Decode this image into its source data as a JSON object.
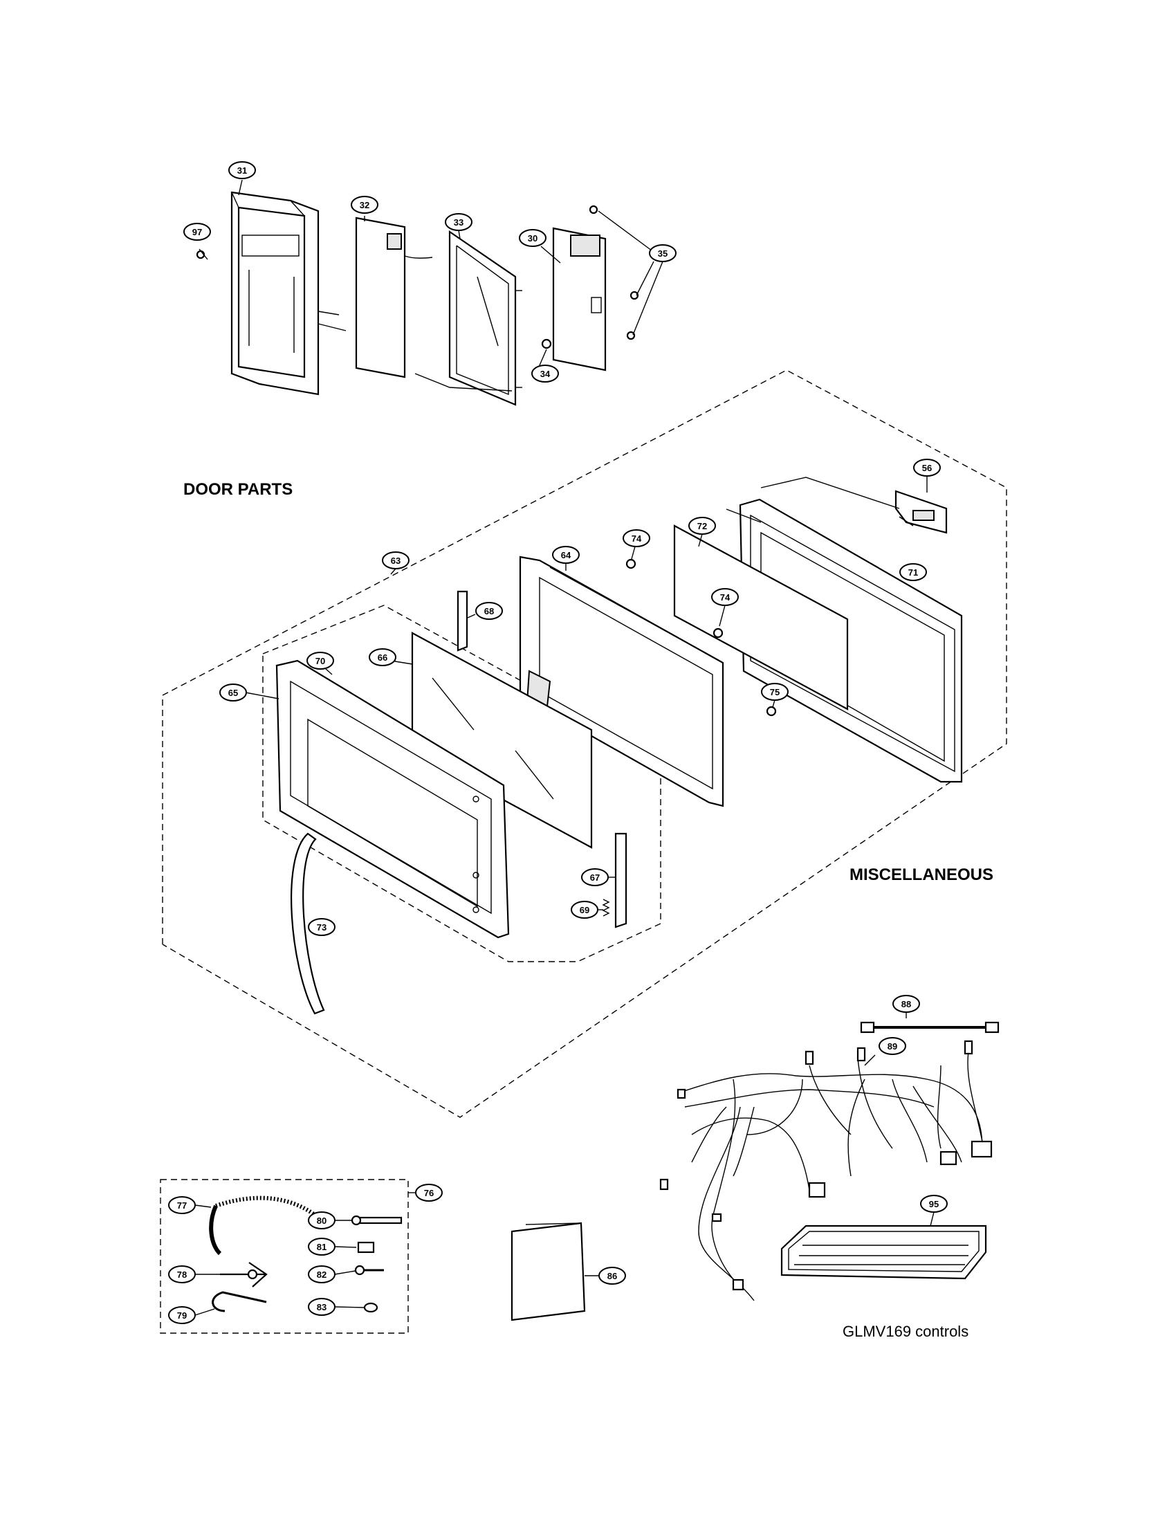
{
  "headings": {
    "door_parts": "DOOR PARTS",
    "miscellaneous": "MISCELLANEOUS",
    "model_caption": "GLMV169 controls"
  },
  "callouts": {
    "p31": "31",
    "p97": "97",
    "p32": "32",
    "p33": "33",
    "p30": "30",
    "p35": "35",
    "p34": "34",
    "p56": "56",
    "p72": "72",
    "p74a": "74",
    "p74b": "74",
    "p64": "64",
    "p63": "63",
    "p71": "71",
    "p68": "68",
    "p66": "66",
    "p70": "70",
    "p75": "75",
    "p65": "65",
    "p67": "67",
    "p69": "69",
    "p73": "73",
    "p88": "88",
    "p89": "89",
    "p95": "95",
    "p86": "86",
    "p76": "76",
    "p77": "77",
    "p80": "80",
    "p81": "81",
    "p78": "78",
    "p82": "82",
    "p79": "79",
    "p83": "83"
  }
}
